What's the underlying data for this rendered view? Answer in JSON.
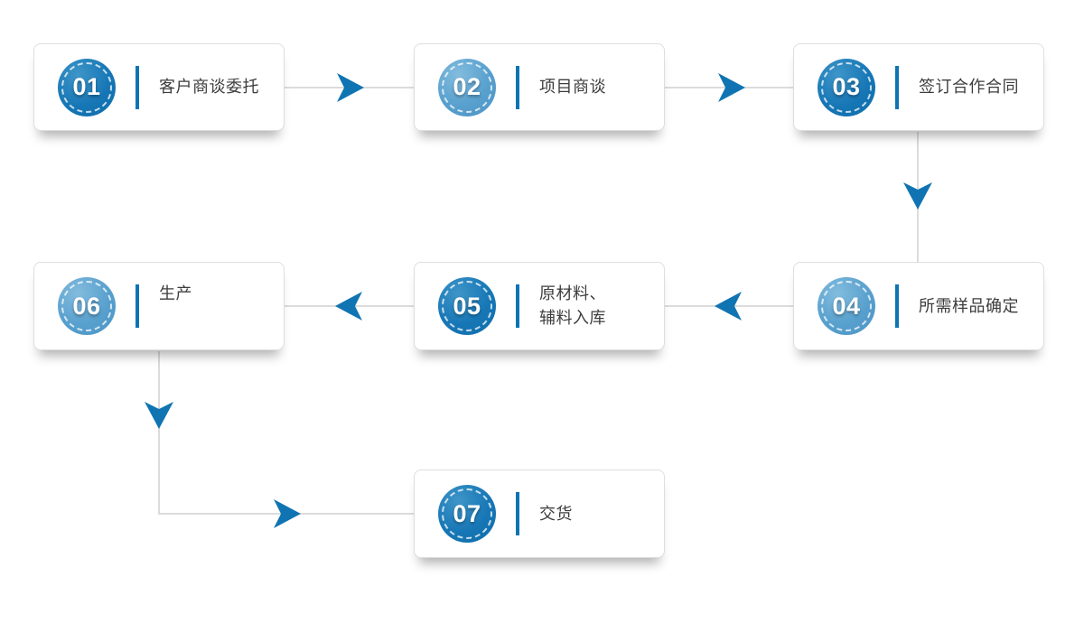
{
  "diagram": {
    "title": "production-workflow-flowchart",
    "steps": [
      {
        "number": "01",
        "label": "客户商谈委托",
        "tone": "dark"
      },
      {
        "number": "02",
        "label": "项目商谈",
        "tone": "light"
      },
      {
        "number": "03",
        "label": "签订合作合同",
        "tone": "dark"
      },
      {
        "number": "04",
        "label": "所需样品确定",
        "tone": "light"
      },
      {
        "number": "05",
        "label": "原材料、\n辅料入库",
        "tone": "dark"
      },
      {
        "number": "06",
        "label": "生产",
        "tone": "light"
      },
      {
        "number": "07",
        "label": "交货",
        "tone": "dark"
      }
    ],
    "flow": [
      {
        "from": "01",
        "to": "02",
        "direction": "right"
      },
      {
        "from": "02",
        "to": "03",
        "direction": "right"
      },
      {
        "from": "03",
        "to": "04",
        "direction": "down"
      },
      {
        "from": "04",
        "to": "05",
        "direction": "left"
      },
      {
        "from": "05",
        "to": "06",
        "direction": "left"
      },
      {
        "from": "06",
        "to": "07",
        "direction": "down-then-right"
      }
    ],
    "colors": {
      "circle_dark": "#1777b6",
      "circle_light": "#58a0ce",
      "divider_bar": "#0d74b4",
      "arrow": "#1074b2",
      "connector_line": "#dcdcdc",
      "label_text": "#3d3d3d"
    }
  }
}
